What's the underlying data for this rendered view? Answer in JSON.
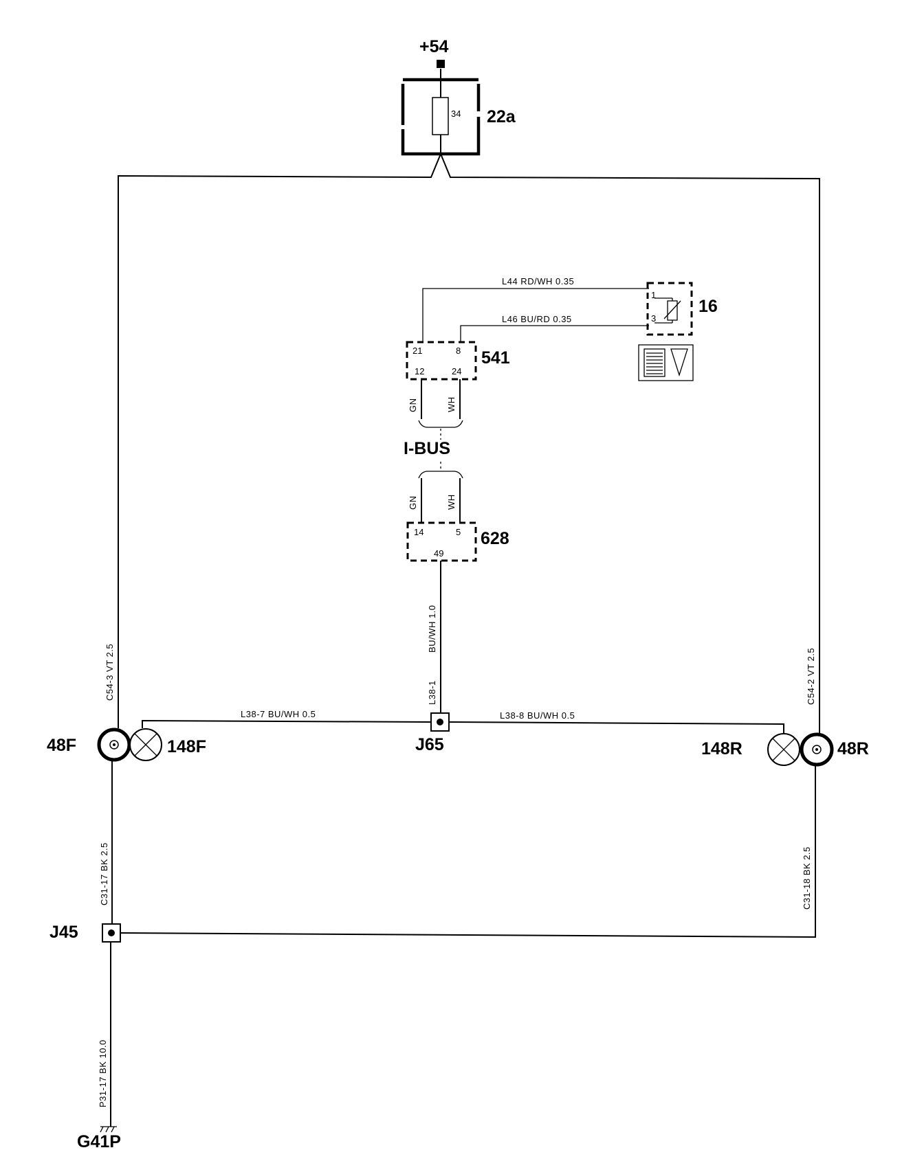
{
  "power": {
    "label": "+54"
  },
  "fuse": {
    "ref": "22a",
    "rating": "34"
  },
  "sensor": {
    "ref": "16",
    "pin_a": "1",
    "pin_b": "3"
  },
  "module541": {
    "ref": "541",
    "pins": [
      "21",
      "8",
      "12",
      "24"
    ]
  },
  "module628": {
    "ref": "628",
    "pins": [
      "14",
      "5",
      "49"
    ]
  },
  "bus": {
    "label": "I-BUS",
    "wire_a": "GN",
    "wire_b": "WH"
  },
  "wires": {
    "l44": "L44  RD/WH 0.35",
    "l46": "L46  BU/RD 0.35",
    "l38_1": "L38-1",
    "bu_wh_10": "BU/WH 1.0",
    "l38_7": "L38-7   BU/WH 0.5",
    "l38_8": "L38-8   BU/WH 0.5",
    "c54_3": "C54-3   VT  2.5",
    "c54_2": "C54-2   VT  2.5",
    "c31_17": "C31-17   BK  2.5",
    "c31_18": "C31-18   BK  2.5",
    "p31_17": "P31-17   BK  10.0"
  },
  "components": {
    "speaker_front": "48F",
    "lamp_front": "148F",
    "speaker_rear": "48R",
    "lamp_rear": "148R",
    "splice_j65": "J65",
    "splice_j45": "J45",
    "ground": "G41P"
  }
}
